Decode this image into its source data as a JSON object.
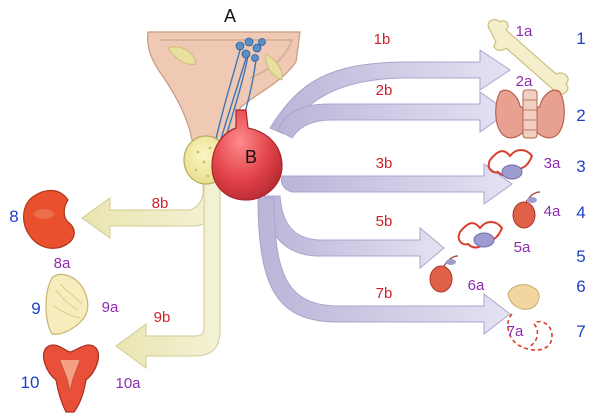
{
  "labels": {
    "A": "A",
    "B": "B",
    "n1": "1",
    "n2": "2",
    "n3": "3",
    "n4": "4",
    "n5": "5",
    "n6": "6",
    "n7": "7",
    "n8": "8",
    "n9": "9",
    "n10": "10",
    "a1": "1a",
    "a2": "2a",
    "a3": "3a",
    "a4": "4a",
    "a5": "5a",
    "a6": "6a",
    "a7": "7a",
    "a8": "8a",
    "a9": "9a",
    "a10": "10a",
    "b1": "1b",
    "b2": "2b",
    "b3": "3b",
    "b5": "5b",
    "b7": "7b",
    "b8": "8b",
    "b9": "9b"
  },
  "colors": {
    "number": "#1f3fc8",
    "target_label": "#8e2bb0",
    "arrow_label": "#d0202a",
    "purple_arrow": "#c9c6e2",
    "purple_arrow_edge": "#a9a5cc",
    "yellow_arrow": "#ebe8bd",
    "yellow_arrow_edge": "#cfcb92",
    "pituitary": "#e2444a",
    "organ_red": "#e06048"
  }
}
